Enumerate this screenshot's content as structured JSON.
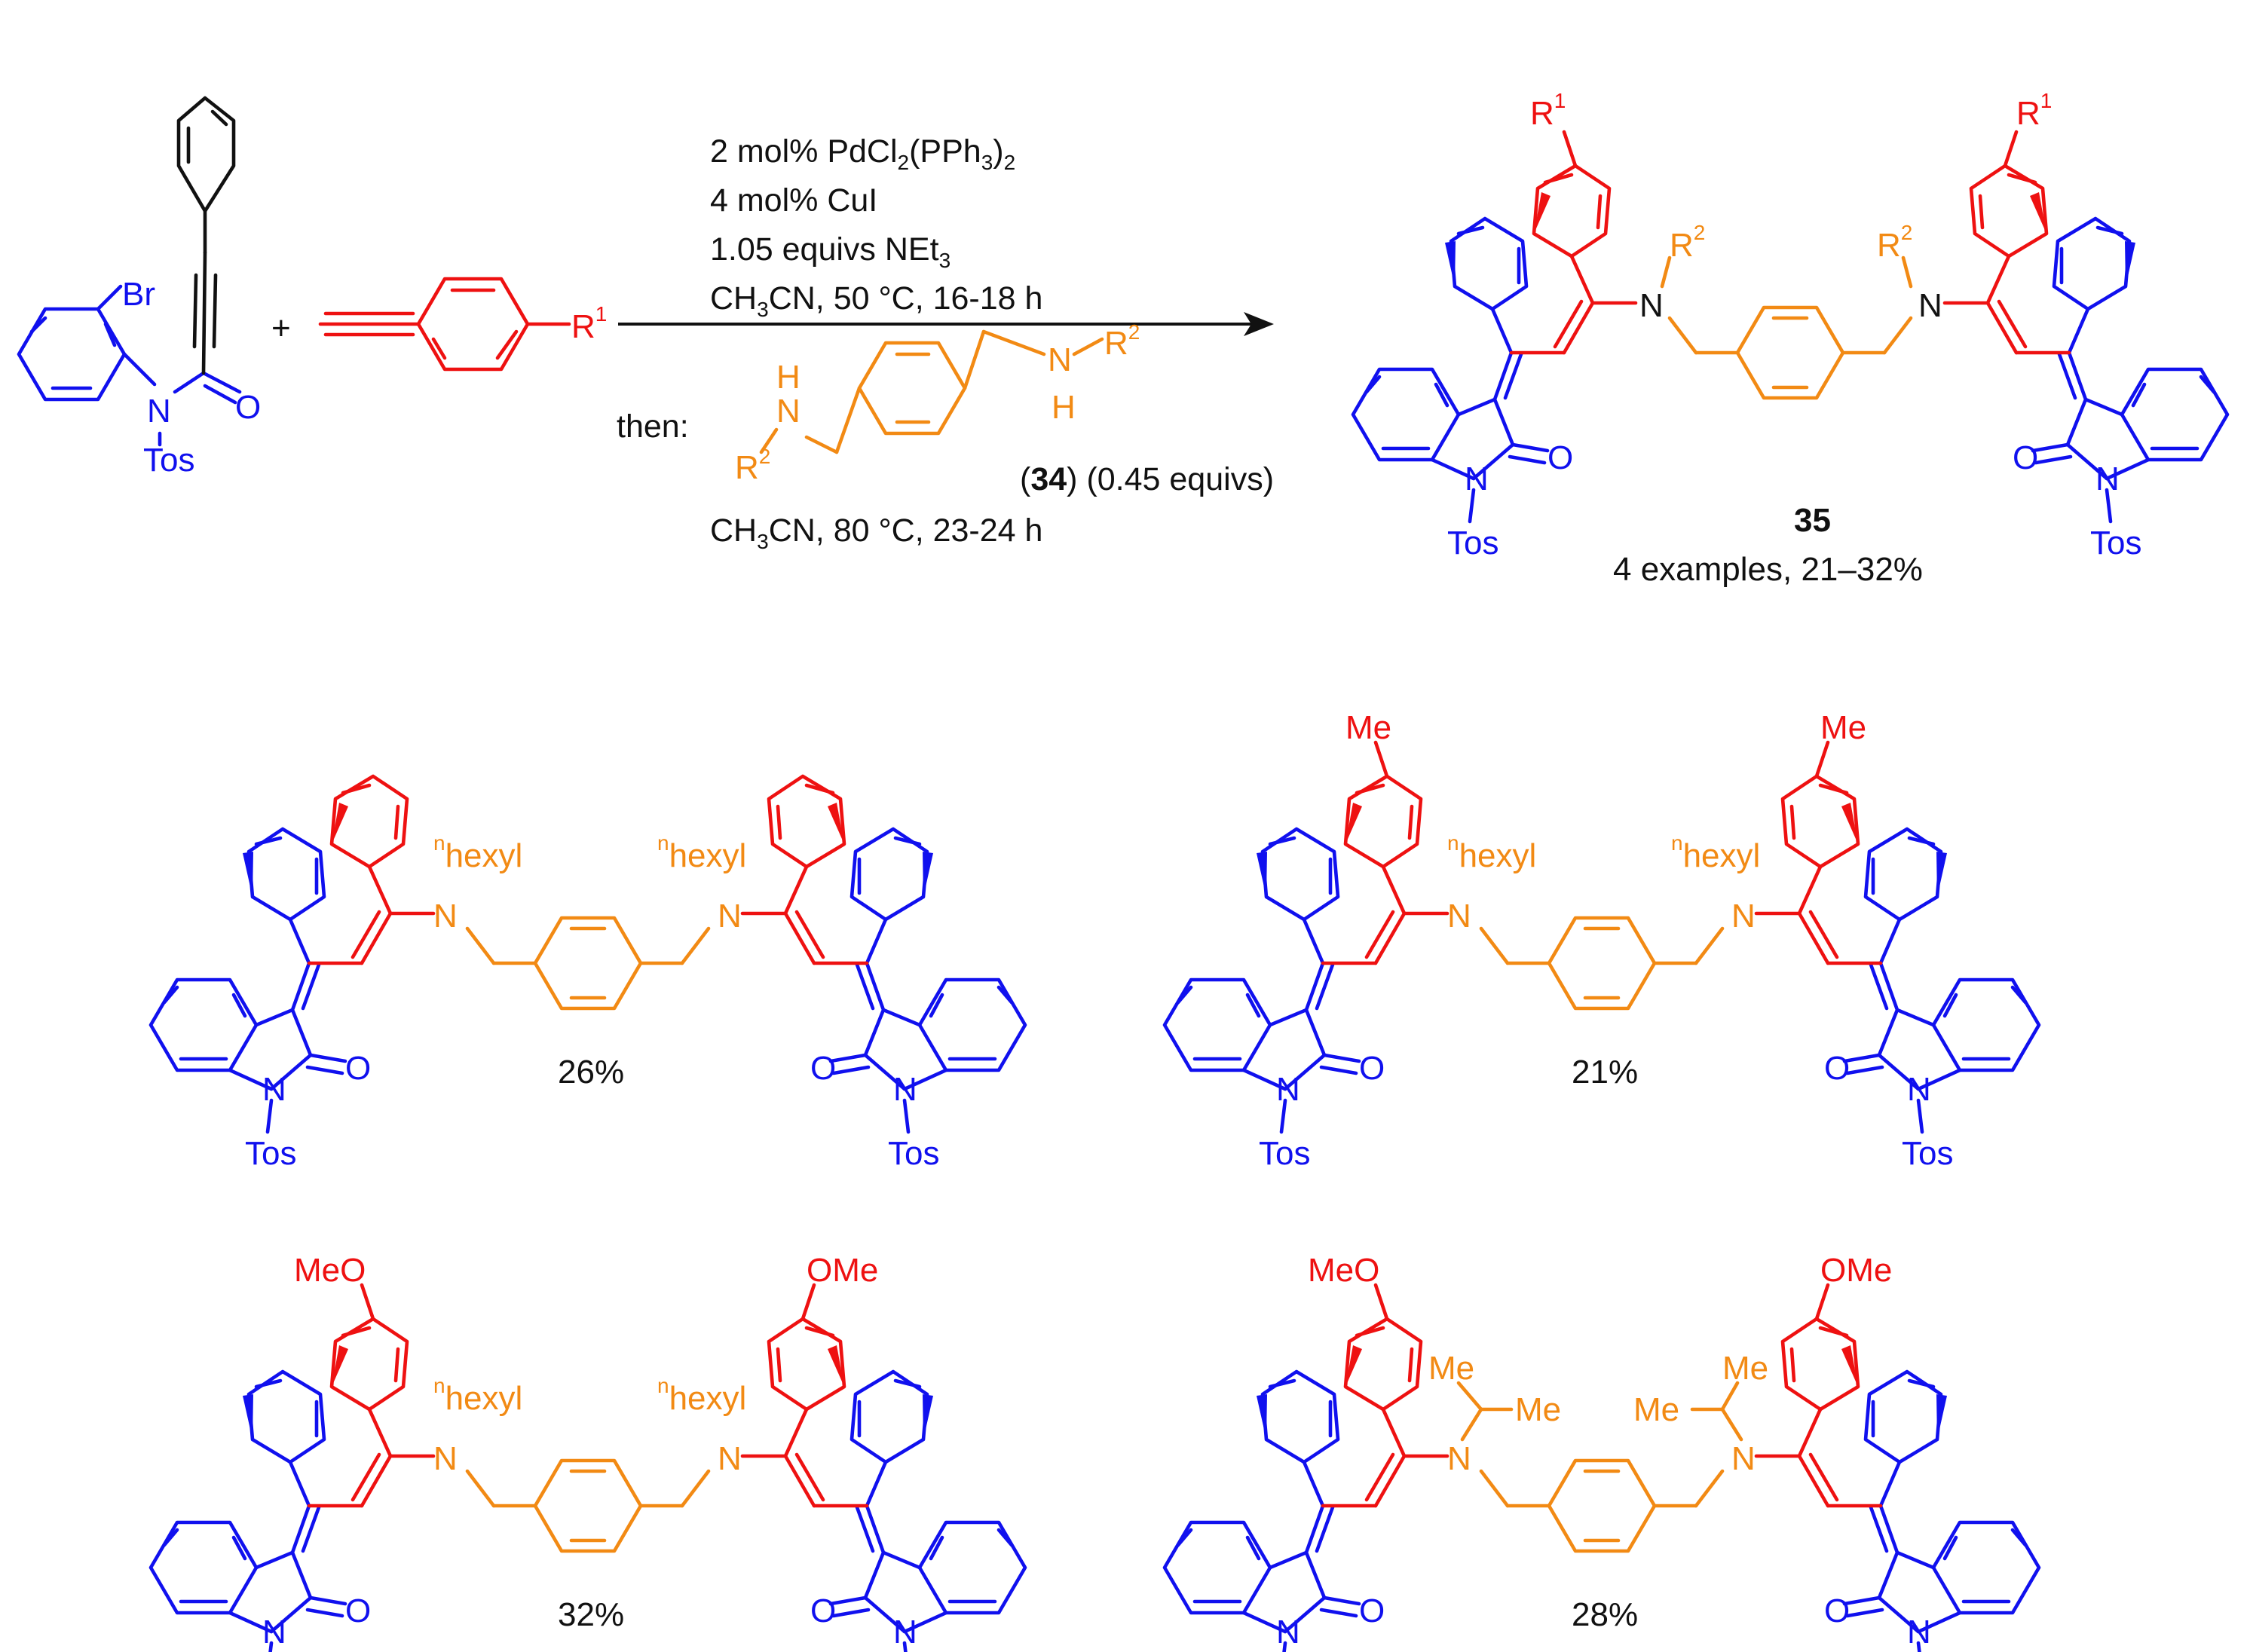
{
  "scheme": {
    "reactant1": {
      "labels": {
        "br": "Br",
        "n": "N",
        "o": "O",
        "tos": "Tos"
      }
    },
    "plus": "+",
    "reactant2": {
      "r_label": "R",
      "r_sup": "1"
    },
    "conditions": {
      "line1": {
        "pre": "2 mol% PdCl",
        "sub1": "2",
        "mid": "(PPh",
        "sub2": "3",
        "post": ")",
        "sub3": "2"
      },
      "line2": "4 mol% CuI",
      "line3": {
        "pre": "1.05 equivs NEt",
        "sub": "3"
      },
      "line4": {
        "pre": "CH",
        "sub": "3",
        "post": "CN, 50 °C, 16-18 h"
      },
      "then_label": "then:",
      "amine": {
        "nh_n": "N",
        "nh_h": "H",
        "r": "R",
        "r_sup": "2"
      },
      "amine_ref": {
        "open": "(",
        "num": "34",
        "close": ") (0.45 equivs)"
      },
      "line6": {
        "pre": "CH",
        "sub": "3",
        "post": "CN, 80 °C, 23-24 h"
      }
    },
    "product": {
      "compound_number": "35",
      "summary": "4 examples, 21–32%",
      "labels": {
        "r": "R",
        "r1_sup": "1",
        "r2_sup": "2",
        "n": "N",
        "o": "O",
        "tos": "Tos"
      }
    }
  },
  "examples": [
    {
      "id": "ex1",
      "aryl_sub": "",
      "amine_sub": "hexyl",
      "amine_prefix": "n",
      "yield": "26%"
    },
    {
      "id": "ex2",
      "aryl_sub": "Me",
      "amine_sub": "hexyl",
      "amine_prefix": "n",
      "yield": "21%"
    },
    {
      "id": "ex3",
      "aryl_sub": "MeO",
      "aryl_sub_right": "OMe",
      "amine_sub": "hexyl",
      "amine_prefix": "n",
      "yield": "32%"
    },
    {
      "id": "ex4",
      "aryl_sub": "MeO",
      "aryl_sub_right": "OMe",
      "amine_sub": "Me",
      "yield": "28%"
    }
  ],
  "colors": {
    "oxindole_core": "#1010ee",
    "alkyne_aryl": "#ee1111",
    "diamine_linker": "#f28a14",
    "text": "#111111"
  }
}
